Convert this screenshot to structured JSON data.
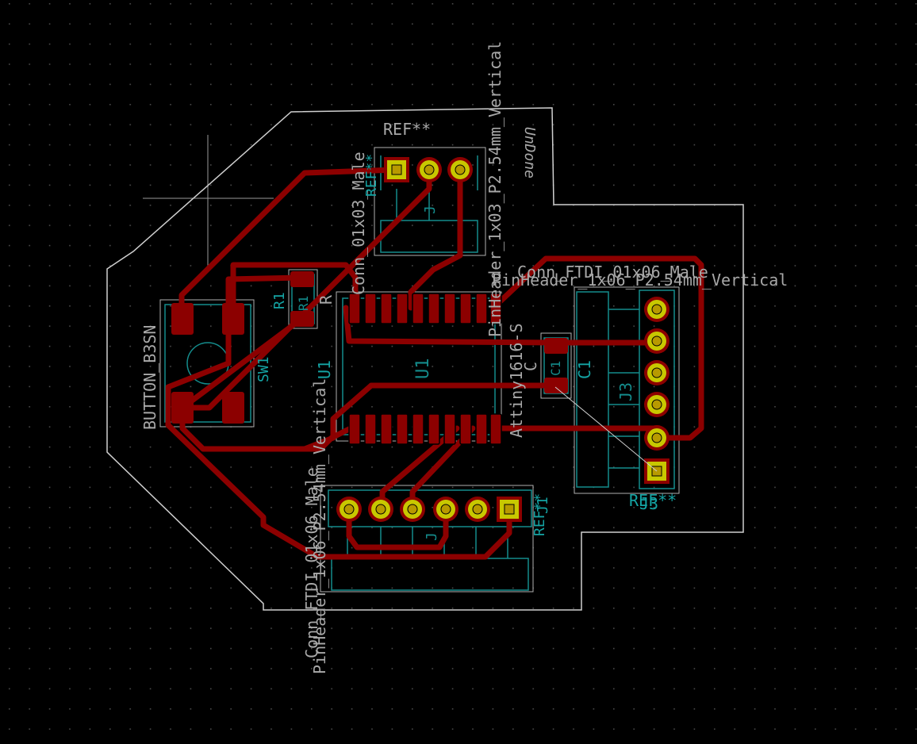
{
  "colors": {
    "background": "#000000",
    "grid": "#4a4a4a",
    "edge_cuts": "#d0d0d0",
    "copper": "#8c0000",
    "pad_ring": "#c8c800",
    "pad_hole": "#b89a00",
    "silk_ref": "#14a4a4",
    "silk_value": "#a8a8a8",
    "courtyard": "#b0b0b0",
    "fab": "#148c8c"
  },
  "labels": {
    "ref_top": "REF**",
    "brand": "UnDone",
    "pinheader_1x03": "PinHeader_1x03_P2.54mm_Vertical",
    "conn_01x03": "Conn_01x03_Male",
    "conn_ftdi_right": "Conn_FTDI_01x06_Male",
    "pinheader_1x06_right": "PinHeader_1x06_P2.54mm_Vertical",
    "button": "BUTTON_B3SN",
    "sw1": "SW1",
    "r1": "R1",
    "r1_fab": "R1",
    "r_value": "R",
    "u1_silk": "U1",
    "u1_fab": "U1",
    "attiny": "Attiny1616-S",
    "c_value": "C",
    "c1": "C1",
    "c1_fab": "C1",
    "j3": "J3",
    "ref_right": "REF**",
    "ref_j3": "J3",
    "ref_bottom": "REF**",
    "ref_j1": "J1",
    "conn_ftdi_bottom": "Conn_FTDI_01x06_Male",
    "pinheader_1x06_bottom": "PinHeader_1x06_P2.54mm_Vertical",
    "ref_top_pin": "REF**"
  }
}
